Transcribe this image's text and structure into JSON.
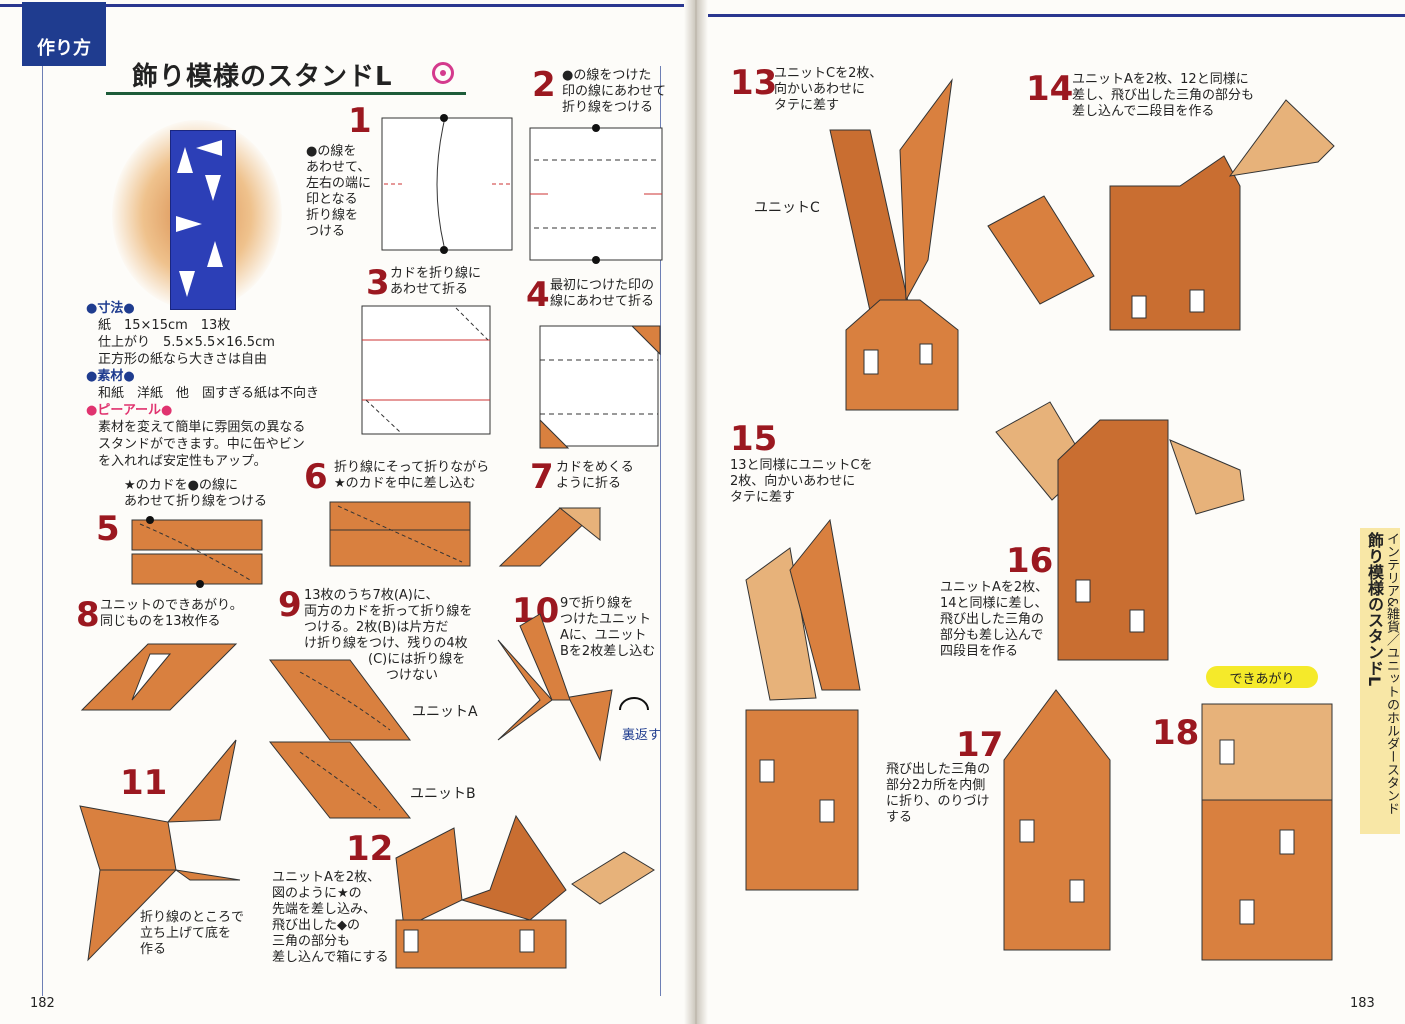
{
  "left_page": {
    "tab_label": "作り方",
    "title": "飾り模様のスタンドL",
    "page_number": "182",
    "specs": {
      "size_heading": "●寸法●",
      "paper_line": "紙　15×15cm　13枚",
      "finish_line": "仕上がり　5.5×5.5×16.5cm",
      "note_line": "正方形の紙なら大きさは自由",
      "material_heading": "●素材●",
      "material_line": "和紙　洋紙　他　固すぎる紙は不向き",
      "appeal_heading": "●ピーアール●",
      "appeal_lines": [
        "素材を変えて簡単に雰囲気の異なる",
        "スタンドができます。中に缶やビン",
        "を入れれば安定性もアップ。"
      ]
    },
    "steps": [
      {
        "n": "1",
        "lines": [
          "●の線を",
          "あわせて、",
          "左右の端に",
          "印となる",
          "折り線を",
          "つける"
        ]
      },
      {
        "n": "2",
        "lines": [
          "●の線をつけた",
          "印の線にあわせて",
          "折り線をつける"
        ]
      },
      {
        "n": "3",
        "lines": [
          "カドを折り線に",
          "あわせて折る"
        ]
      },
      {
        "n": "4",
        "lines": [
          "最初につけた印の",
          "線にあわせて折る"
        ]
      },
      {
        "n": "5",
        "lines": [
          "★のカドを●の線に",
          "あわせて折り線をつける"
        ]
      },
      {
        "n": "6",
        "lines": [
          "折り線にそって折りながら",
          "★のカドを中に差し込む"
        ]
      },
      {
        "n": "7",
        "lines": [
          "カドをめくる",
          "ように折る"
        ]
      },
      {
        "n": "8",
        "lines": [
          "ユニットのできあがり。",
          "同じものを13枚作る"
        ]
      },
      {
        "n": "9",
        "lines": [
          "13枚のうち7枚(A)に、",
          "両方のカドを折って折り線を",
          "つける。2枚(B)は片方だ",
          "け折り線をつけ、残りの4枚",
          "(C)には折り線を",
          "つけない"
        ]
      },
      {
        "n": "10",
        "lines": [
          "9で折り線を",
          "つけたユニット",
          "Aに、ユニット",
          "Bを2枚差し込む"
        ]
      },
      {
        "n": "11",
        "lines": [
          "折り線のところで",
          "立ち上げて底を",
          "作る"
        ]
      },
      {
        "n": "12",
        "lines": [
          "ユニットAを2枚、",
          "図のように★の",
          "先端を差し込み、",
          "飛び出した◆の",
          "三角の部分も",
          "差し込んで箱にする"
        ]
      }
    ],
    "labels": {
      "unit_a": "ユニットA",
      "unit_b": "ユニットB",
      "flip": "裏返す"
    }
  },
  "right_page": {
    "page_number": "183",
    "side_category": "インテリア&雑貨／ユニットのホルダースタンド",
    "side_title": "飾り模様のスタンドL",
    "done_badge": "できあがり",
    "unit_c_label": "ユニットC",
    "steps": [
      {
        "n": "13",
        "lines": [
          "ユニットCを2枚、",
          "向かいあわせに",
          "タテに差す"
        ]
      },
      {
        "n": "14",
        "lines": [
          "ユニットAを2枚、12と同様に",
          "差し、飛び出した三角の部分も",
          "差し込んで二段目を作る"
        ]
      },
      {
        "n": "15",
        "lines": [
          "13と同様にユニットCを",
          "2枚、向かいあわせに",
          "タテに差す"
        ]
      },
      {
        "n": "16",
        "lines": [
          "ユニットAを2枚、",
          "14と同様に差し、",
          "飛び出した三角の",
          "部分も差し込んで",
          "四段目を作る"
        ]
      },
      {
        "n": "17",
        "lines": [
          "飛び出した三角の",
          "部分2カ所を内側",
          "に折り、のりづけ",
          "する"
        ]
      },
      {
        "n": "18",
        "lines": []
      }
    ]
  },
  "colors": {
    "accent_blue": "#1f3c8f",
    "step_red": "#9b1820",
    "origami_orange": "#d9803f",
    "origami_light": "#e7b27a",
    "badge_yellow": "#f5ea2a",
    "tab_yellow": "#f8e7a6"
  }
}
